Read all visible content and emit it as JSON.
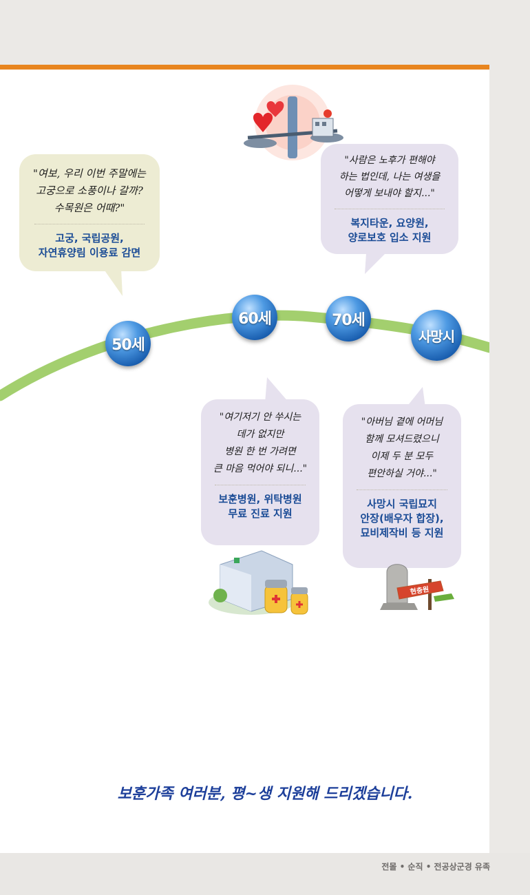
{
  "footer": {
    "label": "전몰 • 순직 • 전공상군경 유족"
  },
  "tagline": "보훈가족 여러분, 평~생 지원해 드리겠습니다.",
  "stages": [
    {
      "age": "50세",
      "quote": "\"여보, 우리 이번 주말에는\n고궁으로 소풍이나 갈까?\n수목원은 어때?\"",
      "support": "고궁, 국립공원,\n자연휴양림 이용료 감면"
    },
    {
      "age": "60세",
      "quote": "\"여기저기 안 쑤시는\n데가 없지만\n병원 한 번 가려면\n큰 마음 먹어야 되니...\"",
      "support": "보훈병원, 위탁병원\n무료 진료 지원"
    },
    {
      "age": "70세",
      "quote": "\"사람은 노후가 편해야\n하는 법인데, 나는 여생을\n어떻게 보내야 할지...\"",
      "support": "복지타운, 요양원,\n양로보호 입소 지원"
    },
    {
      "age": "사망시",
      "quote": "\"아버님 곁에 어머님\n함께 모셔드렸으니\n이제 두 분 모두\n편안하실 거야...\"",
      "support": "사망시 국립묘지\n안장(배우자 합장),\n묘비제작비 등 지원"
    }
  ],
  "sign_text": "현충원",
  "colors": {
    "accent": "#e8851f",
    "support_text": "#1b4c96",
    "bubble_green": "#edecd3",
    "bubble_lavender": "#e6e1ee",
    "timeline": "#a3cf6e"
  }
}
